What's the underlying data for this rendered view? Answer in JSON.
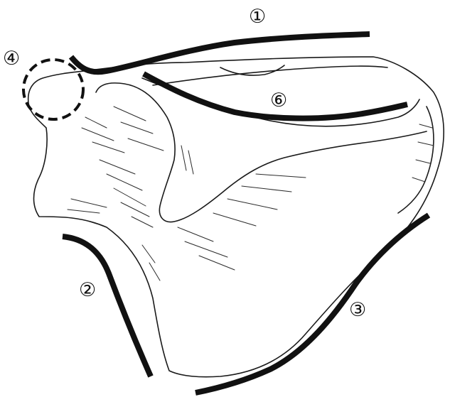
{
  "labels": {
    "label_1": "①",
    "label_2": "②",
    "label_3": "③",
    "label_4": "④",
    "label_6": "⑥"
  }
}
